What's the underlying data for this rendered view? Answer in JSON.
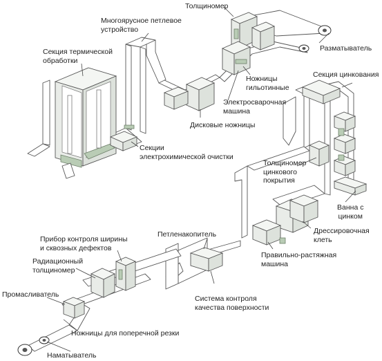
{
  "labels": {
    "thickness_gauge": "Толщиномер",
    "looper_multitier": "Многоярусное петлевое\nустройство",
    "uncoiler": "Разматыватель",
    "heat_section": "Секция термической\nобработки",
    "guillotine": "Ножницы\nгильотинные",
    "welder": "Электросварочная\nмашина",
    "disc_shears": "Дисковые ножницы",
    "zinc_section": "Секция цинкования",
    "electrochem": "Секции\nэлектрохимической очистки",
    "zinc_gauge": "Толщиномер\nцинкового\nпокрытия",
    "zinc_bath": "Ванна с\nцинком",
    "skin_pass": "Дрессировочная\nклеть",
    "tension_leveler": "Правильно-растяжная\nмашина",
    "accumulator": "Петленакопитель",
    "width_control": "Прибор контроля ширины\nи сквозных дефектов",
    "radiation_gauge": "Радиационный\nтолщиномер",
    "surface_control": "Система контроля\nкачества поверхности",
    "oiler": "Промасливатель",
    "cross_cut_shears": "Ножницы для поперечной резки",
    "recoiler": "Наматыватель"
  },
  "colors": {
    "line": "#555555",
    "green_fill": "#b9ccb5",
    "text": "#1f1f1f"
  }
}
